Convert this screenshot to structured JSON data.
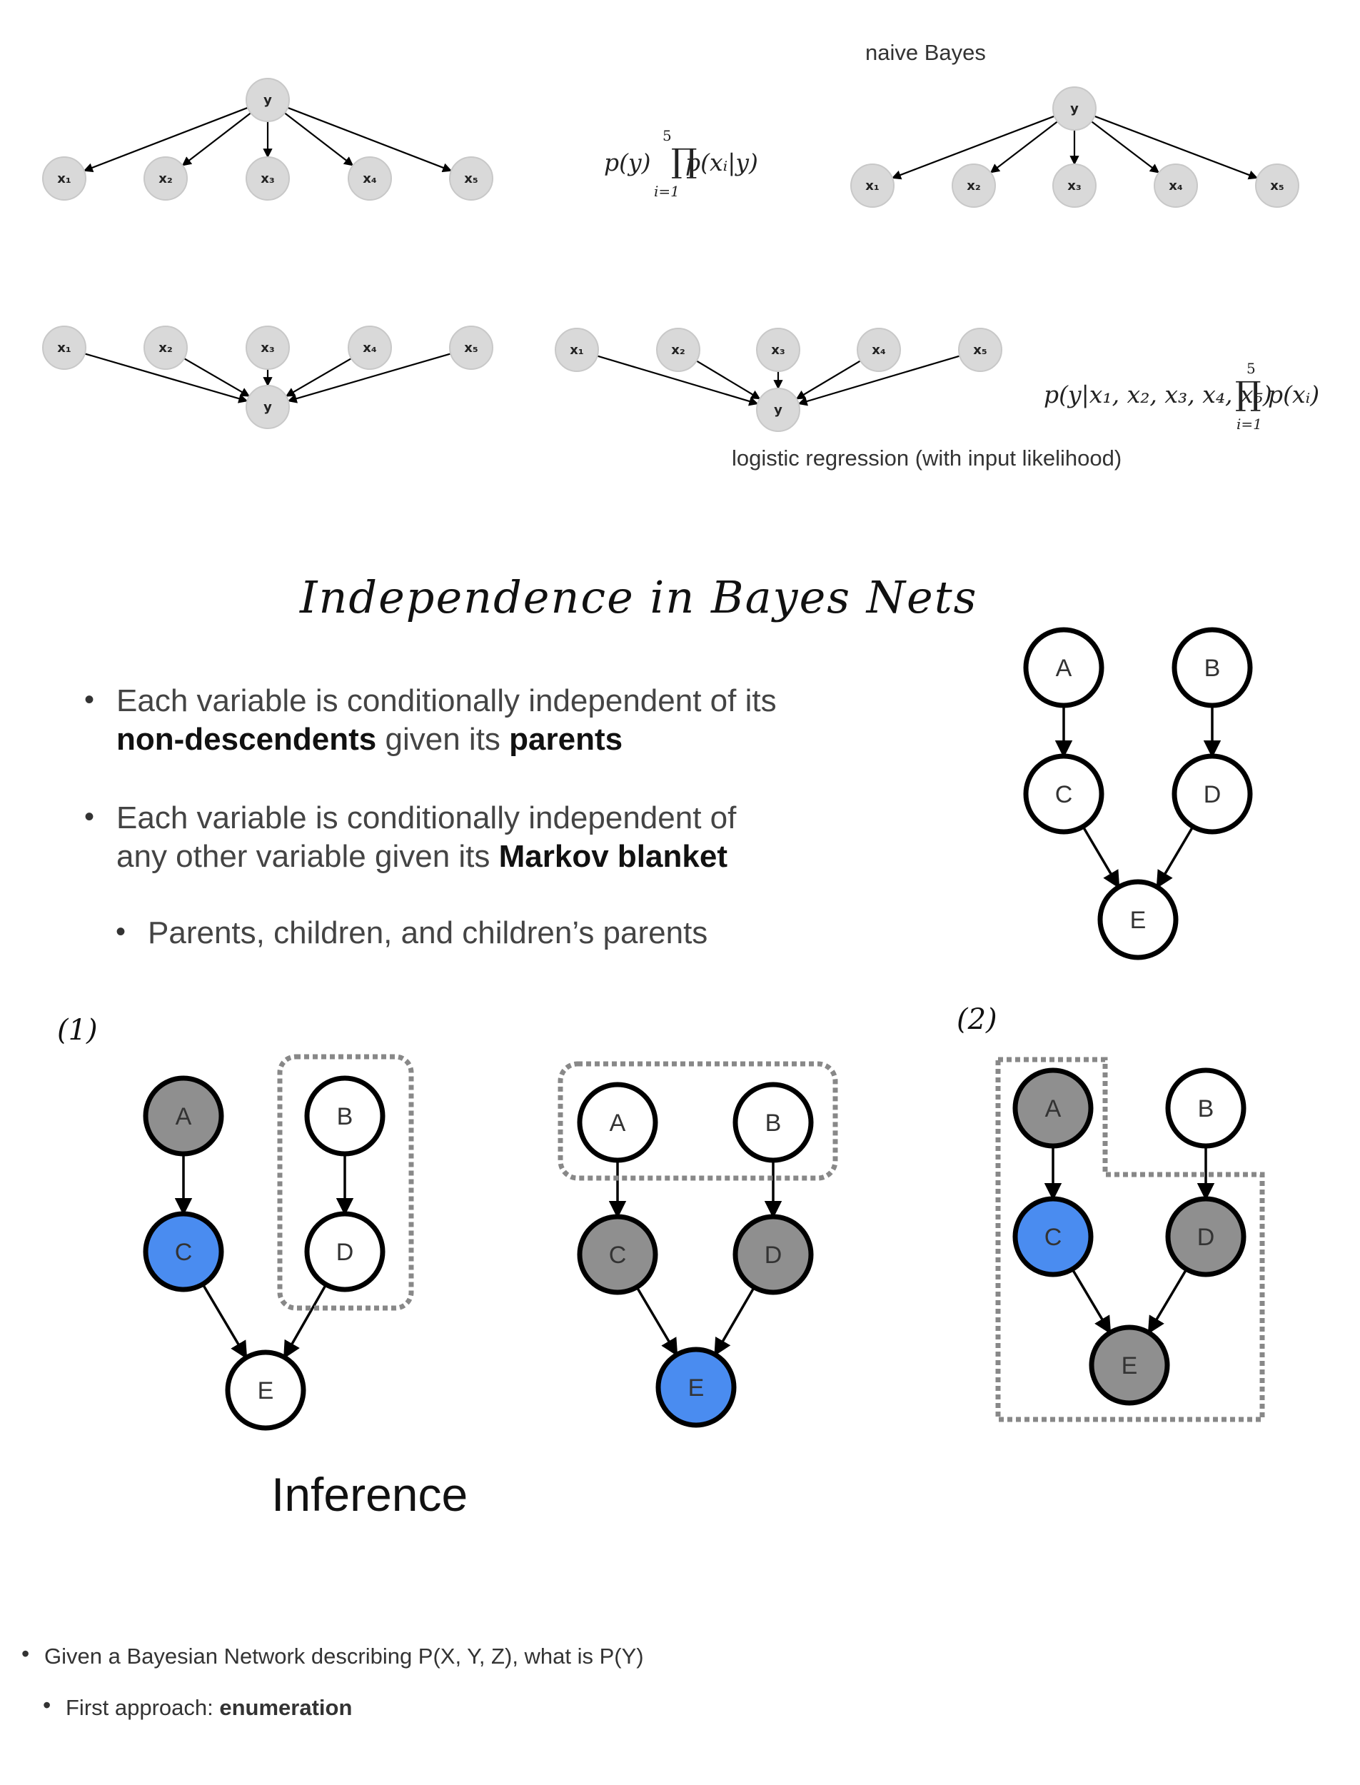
{
  "top": {
    "naive_bayes_caption": "naive Bayes",
    "logistic_caption": "logistic regression (with input likelihood)",
    "formula_naive": {
      "lhs": "p(y)",
      "prod": "∏",
      "upper": "5",
      "lower": "i=1",
      "rhs": "p(xᵢ|y)"
    },
    "formula_logistic": {
      "lhs": "p(y|x₁, x₂, x₃, x₄, x₅)",
      "prod": "∏",
      "upper": "5",
      "lower": "i=1",
      "rhs": "p(xᵢ)"
    },
    "small_nodes": {
      "y": "y",
      "x1": "x₁",
      "x2": "x₂",
      "x3": "x₃",
      "x4": "x₄",
      "x5": "x₅"
    }
  },
  "independence": {
    "title": "Independence in Bayes Nets",
    "bullet1_pre": "Each variable is conditionally independent of its ",
    "bullet1_bold1": "non-descendents",
    "bullet1_mid": " given its ",
    "bullet1_bold2": "parents",
    "bullet2_pre": "Each variable is conditionally independent of any other variable given its ",
    "bullet2_bold": "Markov blanket",
    "bullet3": "Parents, children, and children’s parents"
  },
  "nodes": {
    "A": "A",
    "B": "B",
    "C": "C",
    "D": "D",
    "E": "E"
  },
  "annotations": {
    "mark1": "(1)",
    "mark2": "(2)"
  },
  "inference": {
    "title": "Inference",
    "bullet1": "Given a Bayesian Network describing P(X, Y, Z), what is P(Y)",
    "bullet2_pre": "First approach: ",
    "bullet2_bold": "enumeration"
  },
  "colors": {
    "small_node_fill": "#d9d9d9",
    "observed_gray": "#8f8f8f",
    "query_blue": "#4a8cf0",
    "node_stroke": "#000000",
    "dotted_box": "#888888"
  }
}
